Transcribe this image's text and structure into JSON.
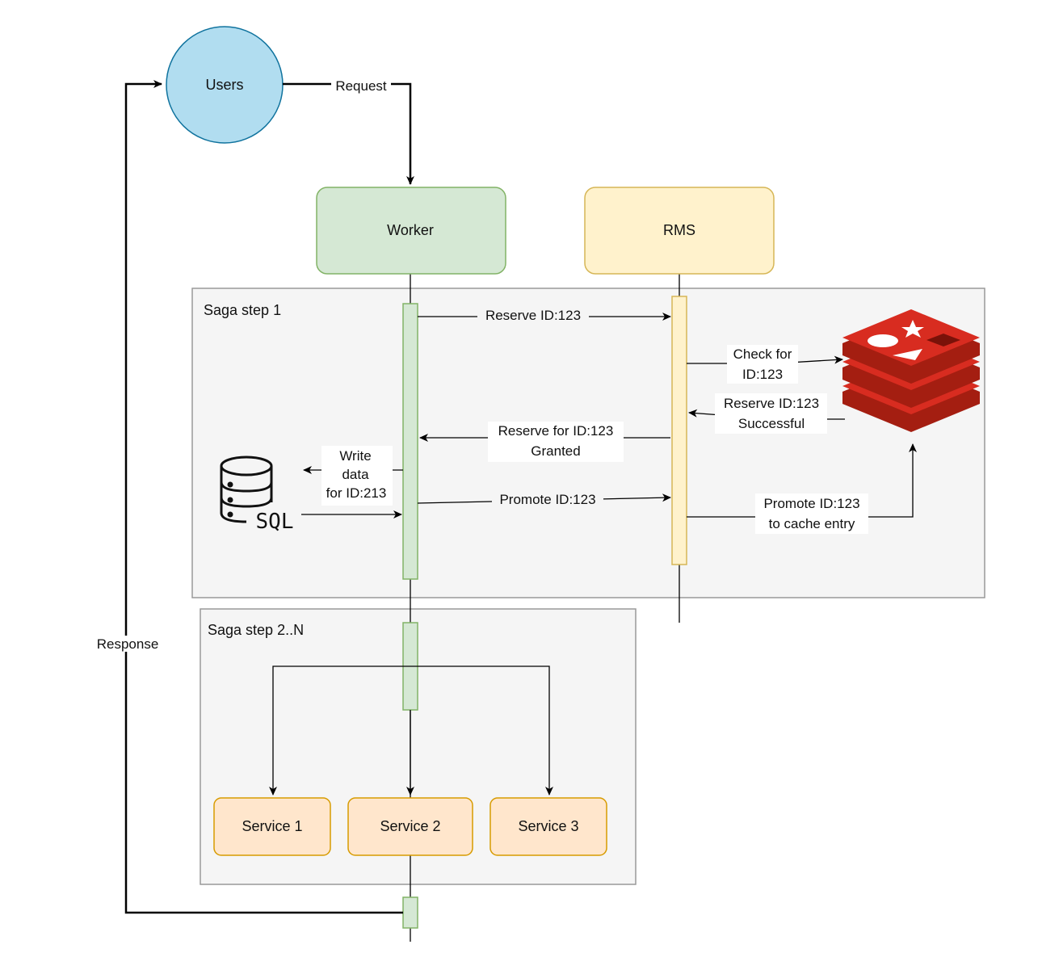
{
  "actors": {
    "users": "Users",
    "worker": "Worker",
    "rms": "RMS"
  },
  "groups": {
    "saga1": "Saga step 1",
    "saga2": "Saga step 2..N"
  },
  "messages": {
    "request": "Request",
    "response": "Response",
    "reserve_id": "Reserve ID:123",
    "check_for_1": "Check for",
    "check_for_2": "ID:123",
    "reserve_success_1": "Reserve ID:123",
    "reserve_success_2": "Successful",
    "granted_1": "Reserve for ID:123",
    "granted_2": "Granted",
    "write_1": "Write",
    "write_2": "data",
    "write_3": "for ID:213",
    "promote": "Promote ID:123",
    "promote_cache_1": "Promote ID:123",
    "promote_cache_2": "to cache entry"
  },
  "services": [
    "Service 1",
    "Service 2",
    "Service 3"
  ],
  "icons": {
    "database": "sql-database-icon",
    "cache": "redis-icon",
    "sql_label": "SQL"
  },
  "colors": {
    "users": "#b1ddf0",
    "worker": "#d5e8d4",
    "rms": "#fff2cc",
    "service": "#ffe6cc",
    "redis": "#d82c20"
  }
}
